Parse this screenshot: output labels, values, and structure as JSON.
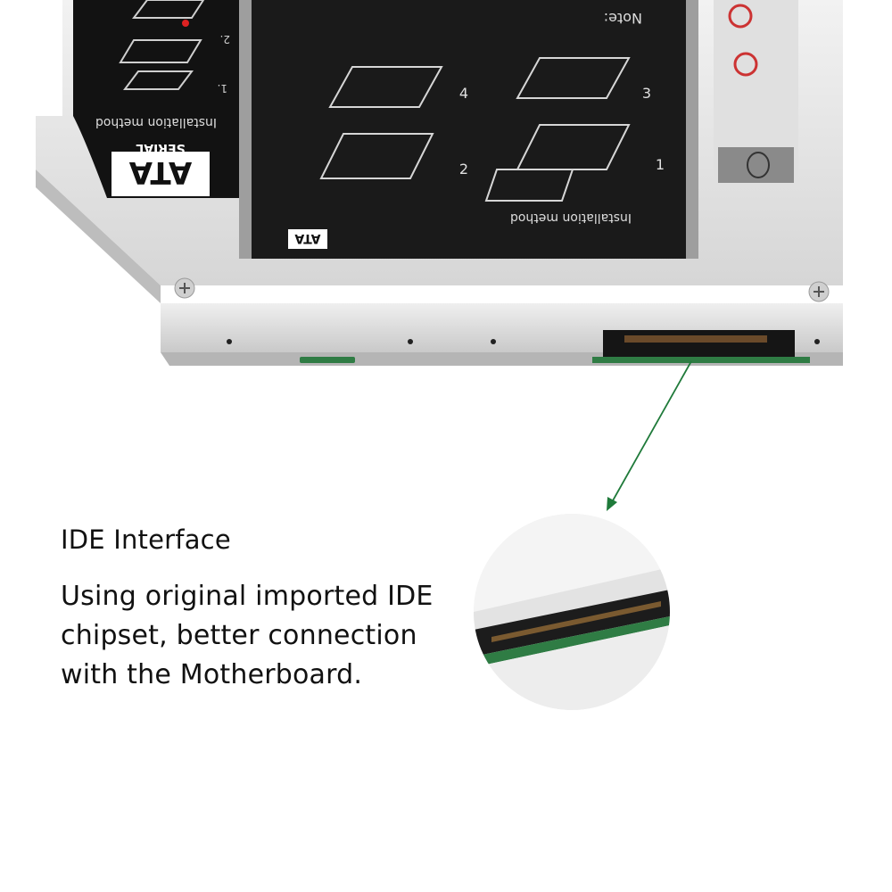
{
  "section": {
    "title": "IDE Interface",
    "body_lines": [
      "Using original imported IDE",
      "chipset, better connection",
      "with the Motherboard."
    ]
  },
  "caddy_print": {
    "installation_label": "Installation method",
    "note_label": "Note:",
    "sata_logo_top": "ATA",
    "sata_logo_bottom": "SERIAL",
    "step_labels": [
      "1",
      "2",
      "3",
      "4"
    ],
    "side_steps": [
      "1.",
      "2."
    ]
  },
  "colors": {
    "arrow": "#1f7a3a",
    "caddy_body": "#d9d9d9",
    "label_black": "#111111",
    "pcb_green": "#2f7c44"
  },
  "icons": {
    "phillips_screw": "phillips-screw-icon",
    "arrow_pointer": "arrow-icon"
  }
}
